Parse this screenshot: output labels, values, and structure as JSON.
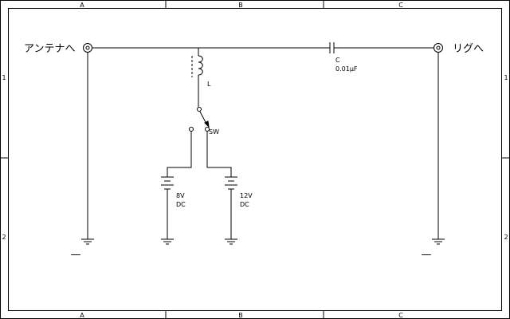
{
  "border": {
    "top_columns": [
      "A",
      "B",
      "C"
    ],
    "bottom_columns": [
      "A",
      "B",
      "C"
    ],
    "left_rows": [
      "1",
      "2"
    ],
    "right_rows": [
      "1",
      "2"
    ]
  },
  "terminals": {
    "antenna_label": "アンテナへ",
    "rig_label": "リグへ"
  },
  "components": {
    "inductor_ref": "L",
    "capacitor_ref": "C",
    "capacitor_value": "0.01μF",
    "switch_ref": "SW",
    "battery_low_voltage": "8V",
    "battery_low_type": "DC",
    "battery_high_voltage": "12V",
    "battery_high_type": "DC"
  },
  "ground_marks": {
    "left": "—",
    "right": "—"
  },
  "colors": {
    "line": "#000000",
    "background": "#ffffff"
  }
}
